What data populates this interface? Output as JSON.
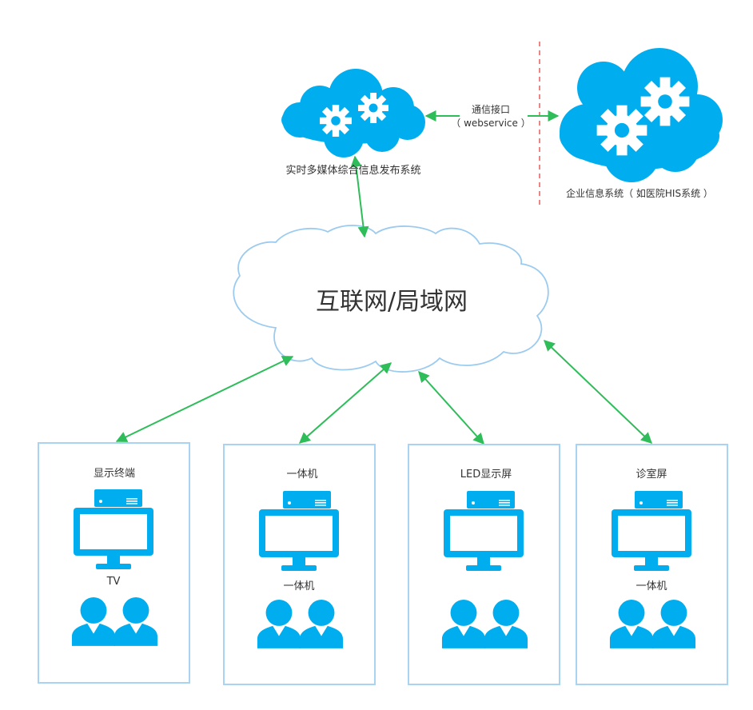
{
  "colors": {
    "icon_blue": "#00aeef",
    "arrow_green": "#2ebd59",
    "panel_border": "#a9d3f2",
    "cloud_outline": "#9ccbf0",
    "divider_red": "#e85b5b"
  },
  "top": {
    "publish_system_label": "实时多媒体综合信息发布系统",
    "interface_line1": "通信接口",
    "interface_line2": "（ webservice ）",
    "enterprise_label": "企业信息系统（ 如医院HIS系统 ）"
  },
  "network": {
    "label": "互联网/局域网"
  },
  "panels": [
    {
      "title": "显示终端",
      "device_label": "TV"
    },
    {
      "title": "一体机",
      "device_label": "一体机"
    },
    {
      "title": "LED显示屏",
      "device_label": ""
    },
    {
      "title": "诊室屏",
      "device_label": "一体机"
    }
  ],
  "icons": {
    "cloud": "cloud-gear-icon",
    "server": "server-icon",
    "monitor": "monitor-icon",
    "users": "users-icon"
  }
}
